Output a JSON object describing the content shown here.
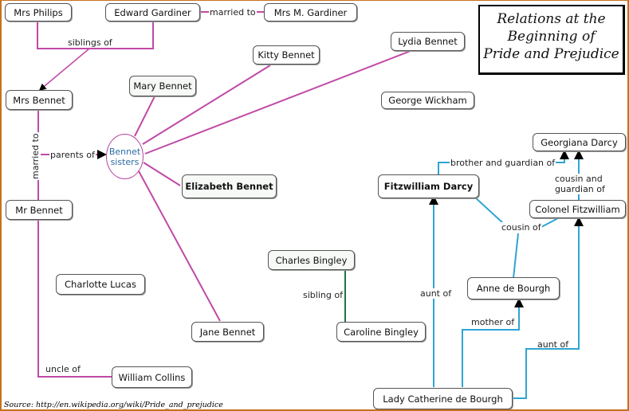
{
  "title": {
    "lines": [
      "Relations at the",
      "Beginning of",
      "Pride and Prejudice"
    ]
  },
  "source": "Source:  http://en.wikipedia.org/wiki/Pride_and_prejudice",
  "colors": {
    "bennet_links": "#c04aa6",
    "darcy_links": "#2fa4d4",
    "bingley_links": "#1a7a3c",
    "frame_border": "#c8701e",
    "sisters_text": "#2b6aa6"
  },
  "nodes": {
    "mrs_philips": "Mrs Philips",
    "edward_gardiner": "Edward Gardiner",
    "mrs_m_gardiner": "Mrs M. Gardiner",
    "lydia_bennet": "Lydia Bennet",
    "kitty_bennet": "Kitty Bennet",
    "mary_bennet": "Mary Bennet",
    "mrs_bennet": "Mrs Bennet",
    "george_wickham": "George Wickham",
    "bennet_sisters_line1": "Bennet",
    "bennet_sisters_line2": "sisters",
    "elizabeth_bennet": "Elizabeth Bennet",
    "georgiana_darcy": "Georgiana Darcy",
    "fitzwilliam_darcy": "Fitzwilliam Darcy",
    "mr_bennet": "Mr Bennet",
    "colonel_fitzwilliam": "Colonel Fitzwilliam",
    "charles_bingley": "Charles Bingley",
    "charlotte_lucas": "Charlotte Lucas",
    "anne_de_bourgh": "Anne de Bourgh",
    "jane_bennet": "Jane Bennet",
    "caroline_bingley": "Caroline Bingley",
    "william_collins": "William Collins",
    "lady_catherine": "Lady Catherine de Bourgh"
  },
  "relations": {
    "married_to_gardiner": "married to",
    "siblings_of": "siblings of",
    "married_to_bennet": "married to",
    "parents_of": "parents of",
    "brother_guardian": "brother and guardian of",
    "cousin_guardian_line1": "cousin and",
    "cousin_guardian_line2": "guardian of",
    "cousin_of": "cousin of",
    "sibling_of": "sibling of",
    "aunt_of_darcy": "aunt of",
    "mother_of": "mother of",
    "aunt_of_colonel": "aunt of",
    "uncle_of": "uncle of"
  }
}
